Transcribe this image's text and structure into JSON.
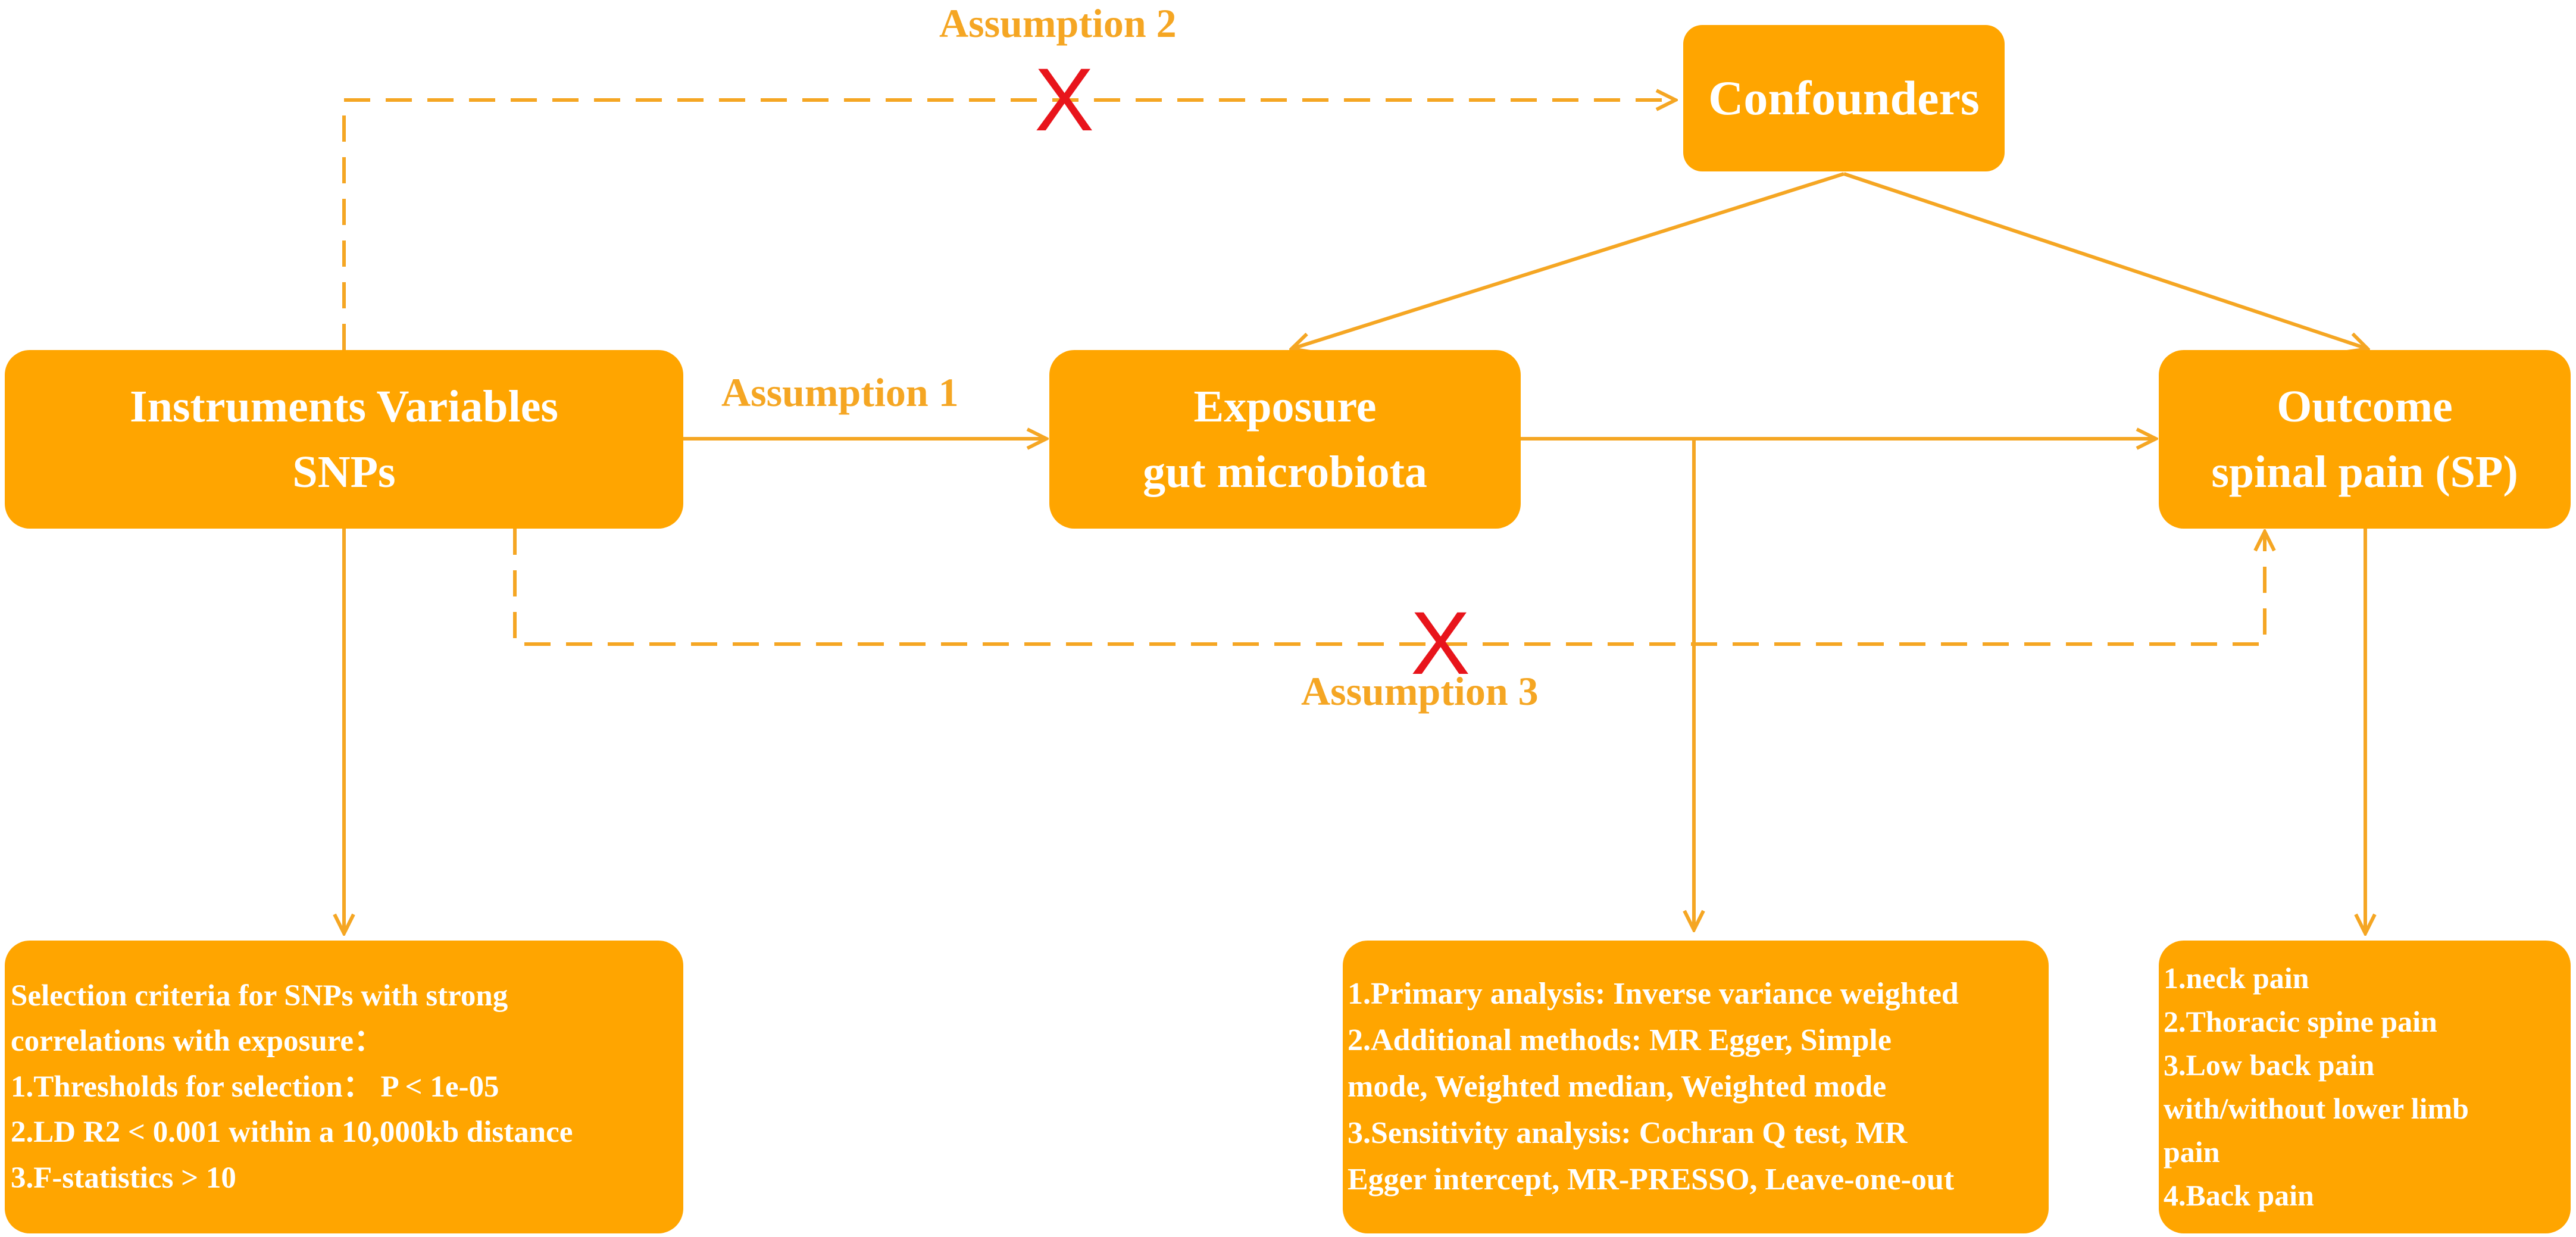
{
  "colors": {
    "box": "#ffa500",
    "line": "#f5a623",
    "cross": "#e8141b",
    "text": "#ffffff"
  },
  "nodes": {
    "iv": {
      "line1": "Instruments Variables",
      "line2": "SNPs"
    },
    "exposure": {
      "line1": "Exposure",
      "line2": "gut microbiota"
    },
    "outcome": {
      "line1": "Outcome",
      "line2": "spinal pain (SP)"
    },
    "confounders": {
      "label": "Confounders"
    }
  },
  "assumptions": {
    "a1": "Assumption 1",
    "a2": "Assumption 2",
    "a3": "Assumption 3",
    "cross": "X"
  },
  "boxes": {
    "selection": [
      "Selection criteria for SNPs with strong",
      "correlations with exposure：",
      "1.Thresholds for selection： P < 1e-05",
      "2.LD R2 < 0.001 within a 10,000kb distance",
      "3.F-statistics > 10"
    ],
    "analysis": [
      "1.Primary analysis: Inverse variance weighted",
      "2.Additional methods: MR Egger, Simple",
      "mode, Weighted median, Weighted mode",
      "3.Sensitivity analysis: Cochran Q test, MR",
      "Egger intercept, MR-PRESSO, Leave-one-out"
    ],
    "pain": [
      "1.neck pain",
      "2.Thoracic spine pain",
      "3.Low back pain",
      "with/without lower limb",
      "pain",
      "4.Back pain"
    ]
  }
}
